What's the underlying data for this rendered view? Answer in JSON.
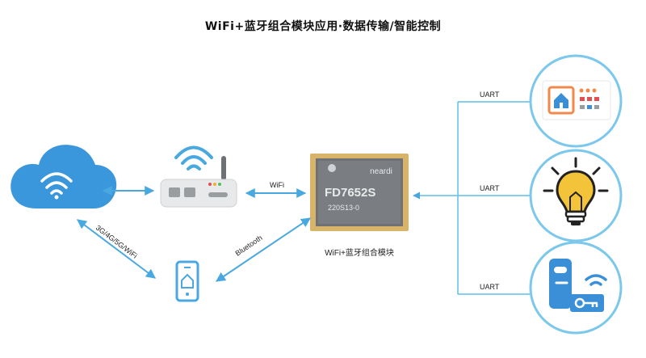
{
  "title": "WiFi+蓝牙组合模块应用·数据传输/智能控制",
  "module": {
    "brand": "neardi",
    "model": "FD7652S",
    "code": "220S13-0",
    "caption": "WiFi+蓝牙组合模块"
  },
  "links": {
    "wifi": "WiFi",
    "bluetooth": "Bluetooth",
    "cellular": "3G/4G/5G/WiFi",
    "uart_top": "UART",
    "uart_mid": "UART",
    "uart_bottom": "UART"
  },
  "colors": {
    "accent": "#4aa8e0",
    "line": "#5bbfe6",
    "circle_border": "#7cc8ec",
    "chip": "#6e7175",
    "chip_pad": "#d8b46a",
    "bulb": "#f3c33a",
    "lock_blue": "#3a8fd6",
    "alarm_orange": "#f08a4b"
  },
  "icons": [
    "cloud-wifi-icon",
    "router-icon",
    "phone-icon",
    "module-chip",
    "control-panel-icon",
    "light-bulb-icon",
    "smart-lock-icon"
  ]
}
